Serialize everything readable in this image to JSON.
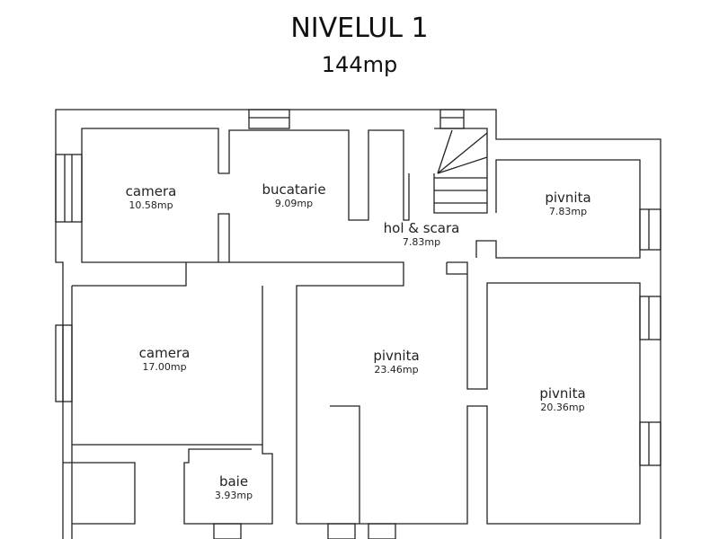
{
  "title": "NIVELUL 1",
  "total_area": "144mp",
  "rooms": [
    {
      "name": "camera",
      "area": "10.58mp"
    },
    {
      "name": "bucatarie",
      "area": "9.09mp"
    },
    {
      "name": "hol & scara",
      "area": "7.83mp"
    },
    {
      "name": "pivnita",
      "area": "7.83mp"
    },
    {
      "name": "camera",
      "area": "17.00mp"
    },
    {
      "name": "pivnita",
      "area": "23.46mp"
    },
    {
      "name": "pivnita",
      "area": "20.36mp"
    },
    {
      "name": "baie",
      "area": "3.93mp"
    }
  ]
}
